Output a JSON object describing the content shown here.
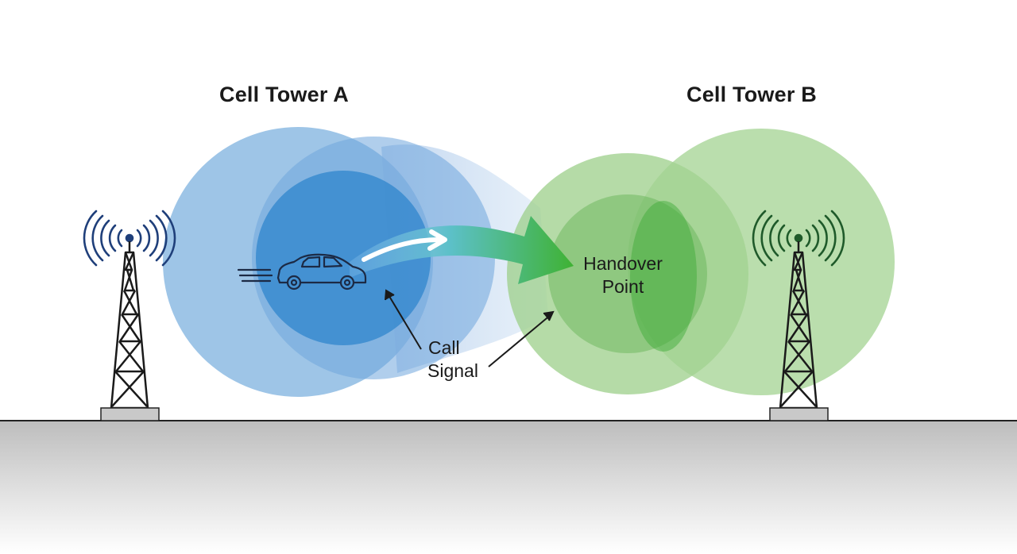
{
  "tower_a": {
    "title": "Cell Tower A",
    "color": "#3a86c8"
  },
  "tower_b": {
    "title": "Cell Tower B",
    "color": "#5aa84a"
  },
  "handover": {
    "line1": "Handover",
    "line2": "Point"
  },
  "call_signal": {
    "line1": "Call",
    "line2": "Signal"
  },
  "colors": {
    "blue_light": "#7fb3e0",
    "blue_dark": "#2f86cc",
    "green_light": "#9ccf8a",
    "green_dark": "#4aa840",
    "ground": "#cfcfcf",
    "ink": "#1a1a1a"
  },
  "icons": [
    "signal-waves-icon",
    "tower-icon",
    "car-icon",
    "arrow-icon"
  ]
}
